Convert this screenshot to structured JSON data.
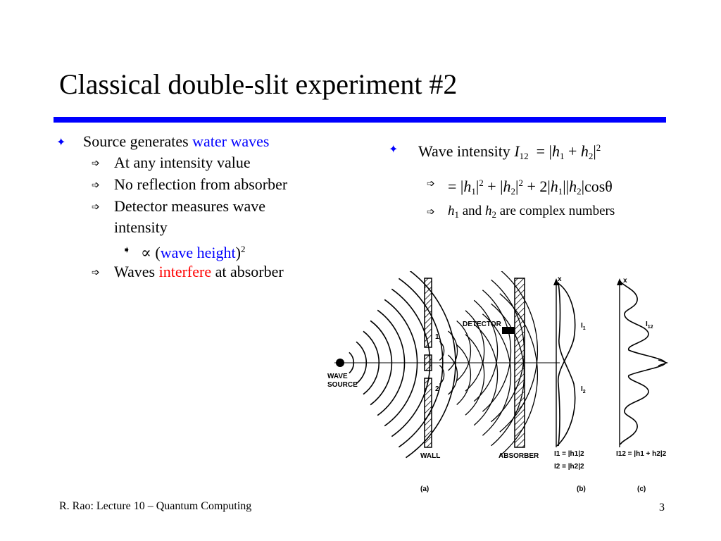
{
  "title": "Classical double-slit experiment #2",
  "left_bullets": {
    "item1": {
      "prefix": "Source generates ",
      "highlight": "water waves",
      "highlight_color": "#0000ff"
    },
    "sub1": "At any intensity value",
    "sub2": "No reflection from absorber",
    "sub3_line1": "Detector measures wave",
    "sub3_line2": "intensity",
    "subsub_prop": "∝ (",
    "subsub_highlight": "wave height",
    "subsub_close": ")",
    "subsub_exp": "2",
    "sub4": {
      "prefix": "Waves ",
      "highlight": "interfere",
      "highlight_color": "#ff0000",
      "suffix": " at absorber"
    }
  },
  "right_bullets": {
    "item1_text": "Wave intensity ",
    "sub_b_text": " and ",
    "sub_b_suffix": " are complex numbers"
  },
  "figure_labels": {
    "wave_source_1": "WAVE",
    "wave_source_2": "SOURCE",
    "wall": "WALL",
    "detector": "DETECTOR",
    "absorber": "ABSORBER",
    "slit1": "1",
    "slit2": "2",
    "axis_x1": "x",
    "axis_x2": "x",
    "i1": "I",
    "i1_sub": "1",
    "i2": "I",
    "i2_sub": "2",
    "i12": "I",
    "i12_sub": "12",
    "panel_a": "(a)",
    "panel_b": "(b)",
    "panel_c": "(c)",
    "eq_b1": "I1 = |h1|2",
    "eq_b2": "I2 = |h2|2",
    "eq_c": "I12 = |h1 + h2|2"
  },
  "footer": "R. Rao: Lecture 10 – Quantum Computing",
  "page_number": "3",
  "colors": {
    "rule": "#0000ff",
    "accent_blue": "#0000ff",
    "accent_red": "#ff0000"
  }
}
